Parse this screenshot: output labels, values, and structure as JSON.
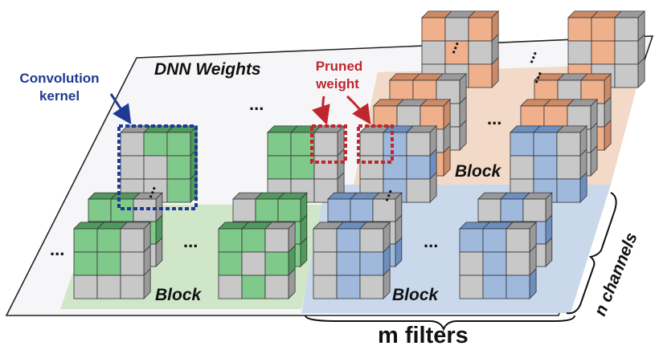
{
  "title": "DNN Weights",
  "labels": {
    "conv_kernel_line1": "Convolution",
    "conv_kernel_line2": "kernel",
    "pruned_line1": "Pruned",
    "pruned_line2": "weight",
    "block": "Block",
    "m_filters": "m filters",
    "n_channels": "n channels",
    "ellipsis": "..."
  },
  "colors": {
    "green": "#7fc98a",
    "green_dark": "#4f9a5c",
    "blue": "#9fb9dd",
    "blue_dark": "#6d8fc0",
    "orange": "#f0b08c",
    "orange_dark": "#cc8a66",
    "gray": "#c8c8c8",
    "gray_dark": "#9a9a9a",
    "kernel_outline": "#1f3a93",
    "pruned_outline": "#c0272d",
    "block_green_bg": "#cfe6c8",
    "block_blue_bg": "#c9d8ea",
    "block_orange_bg": "#f2d9c8",
    "plane_bg": "#f6f6f8"
  }
}
